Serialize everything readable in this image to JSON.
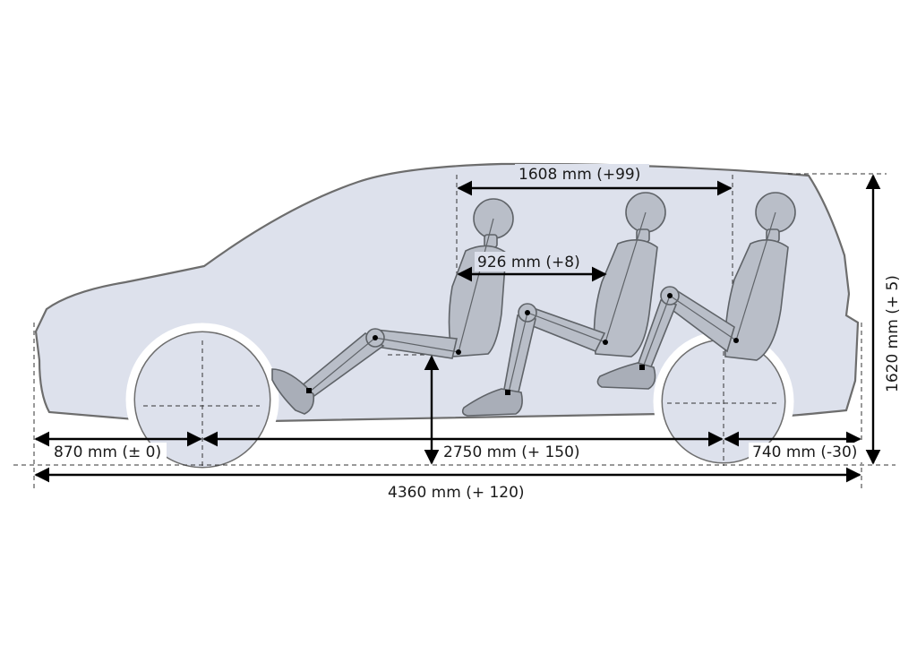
{
  "dimensions": {
    "front_overhang": "870 mm (± 0)",
    "wheelbase": "2750 mm (+ 150)",
    "rear_overhang": "740 mm (-30)",
    "overall_length": "4360 mm (+ 120)",
    "height": "1620 mm (+ 5)",
    "interior_length": "1608 mm (+99)",
    "knee_room": "926 mm (+8)"
  },
  "colors": {
    "body_fill": "#dde1ec",
    "body_outline": "#6d6d6d",
    "figure_fill": "#b9bec8",
    "arrow": "#000000"
  },
  "icons": [
    "occupant-figure-icon",
    "dimension-arrow-icon"
  ]
}
